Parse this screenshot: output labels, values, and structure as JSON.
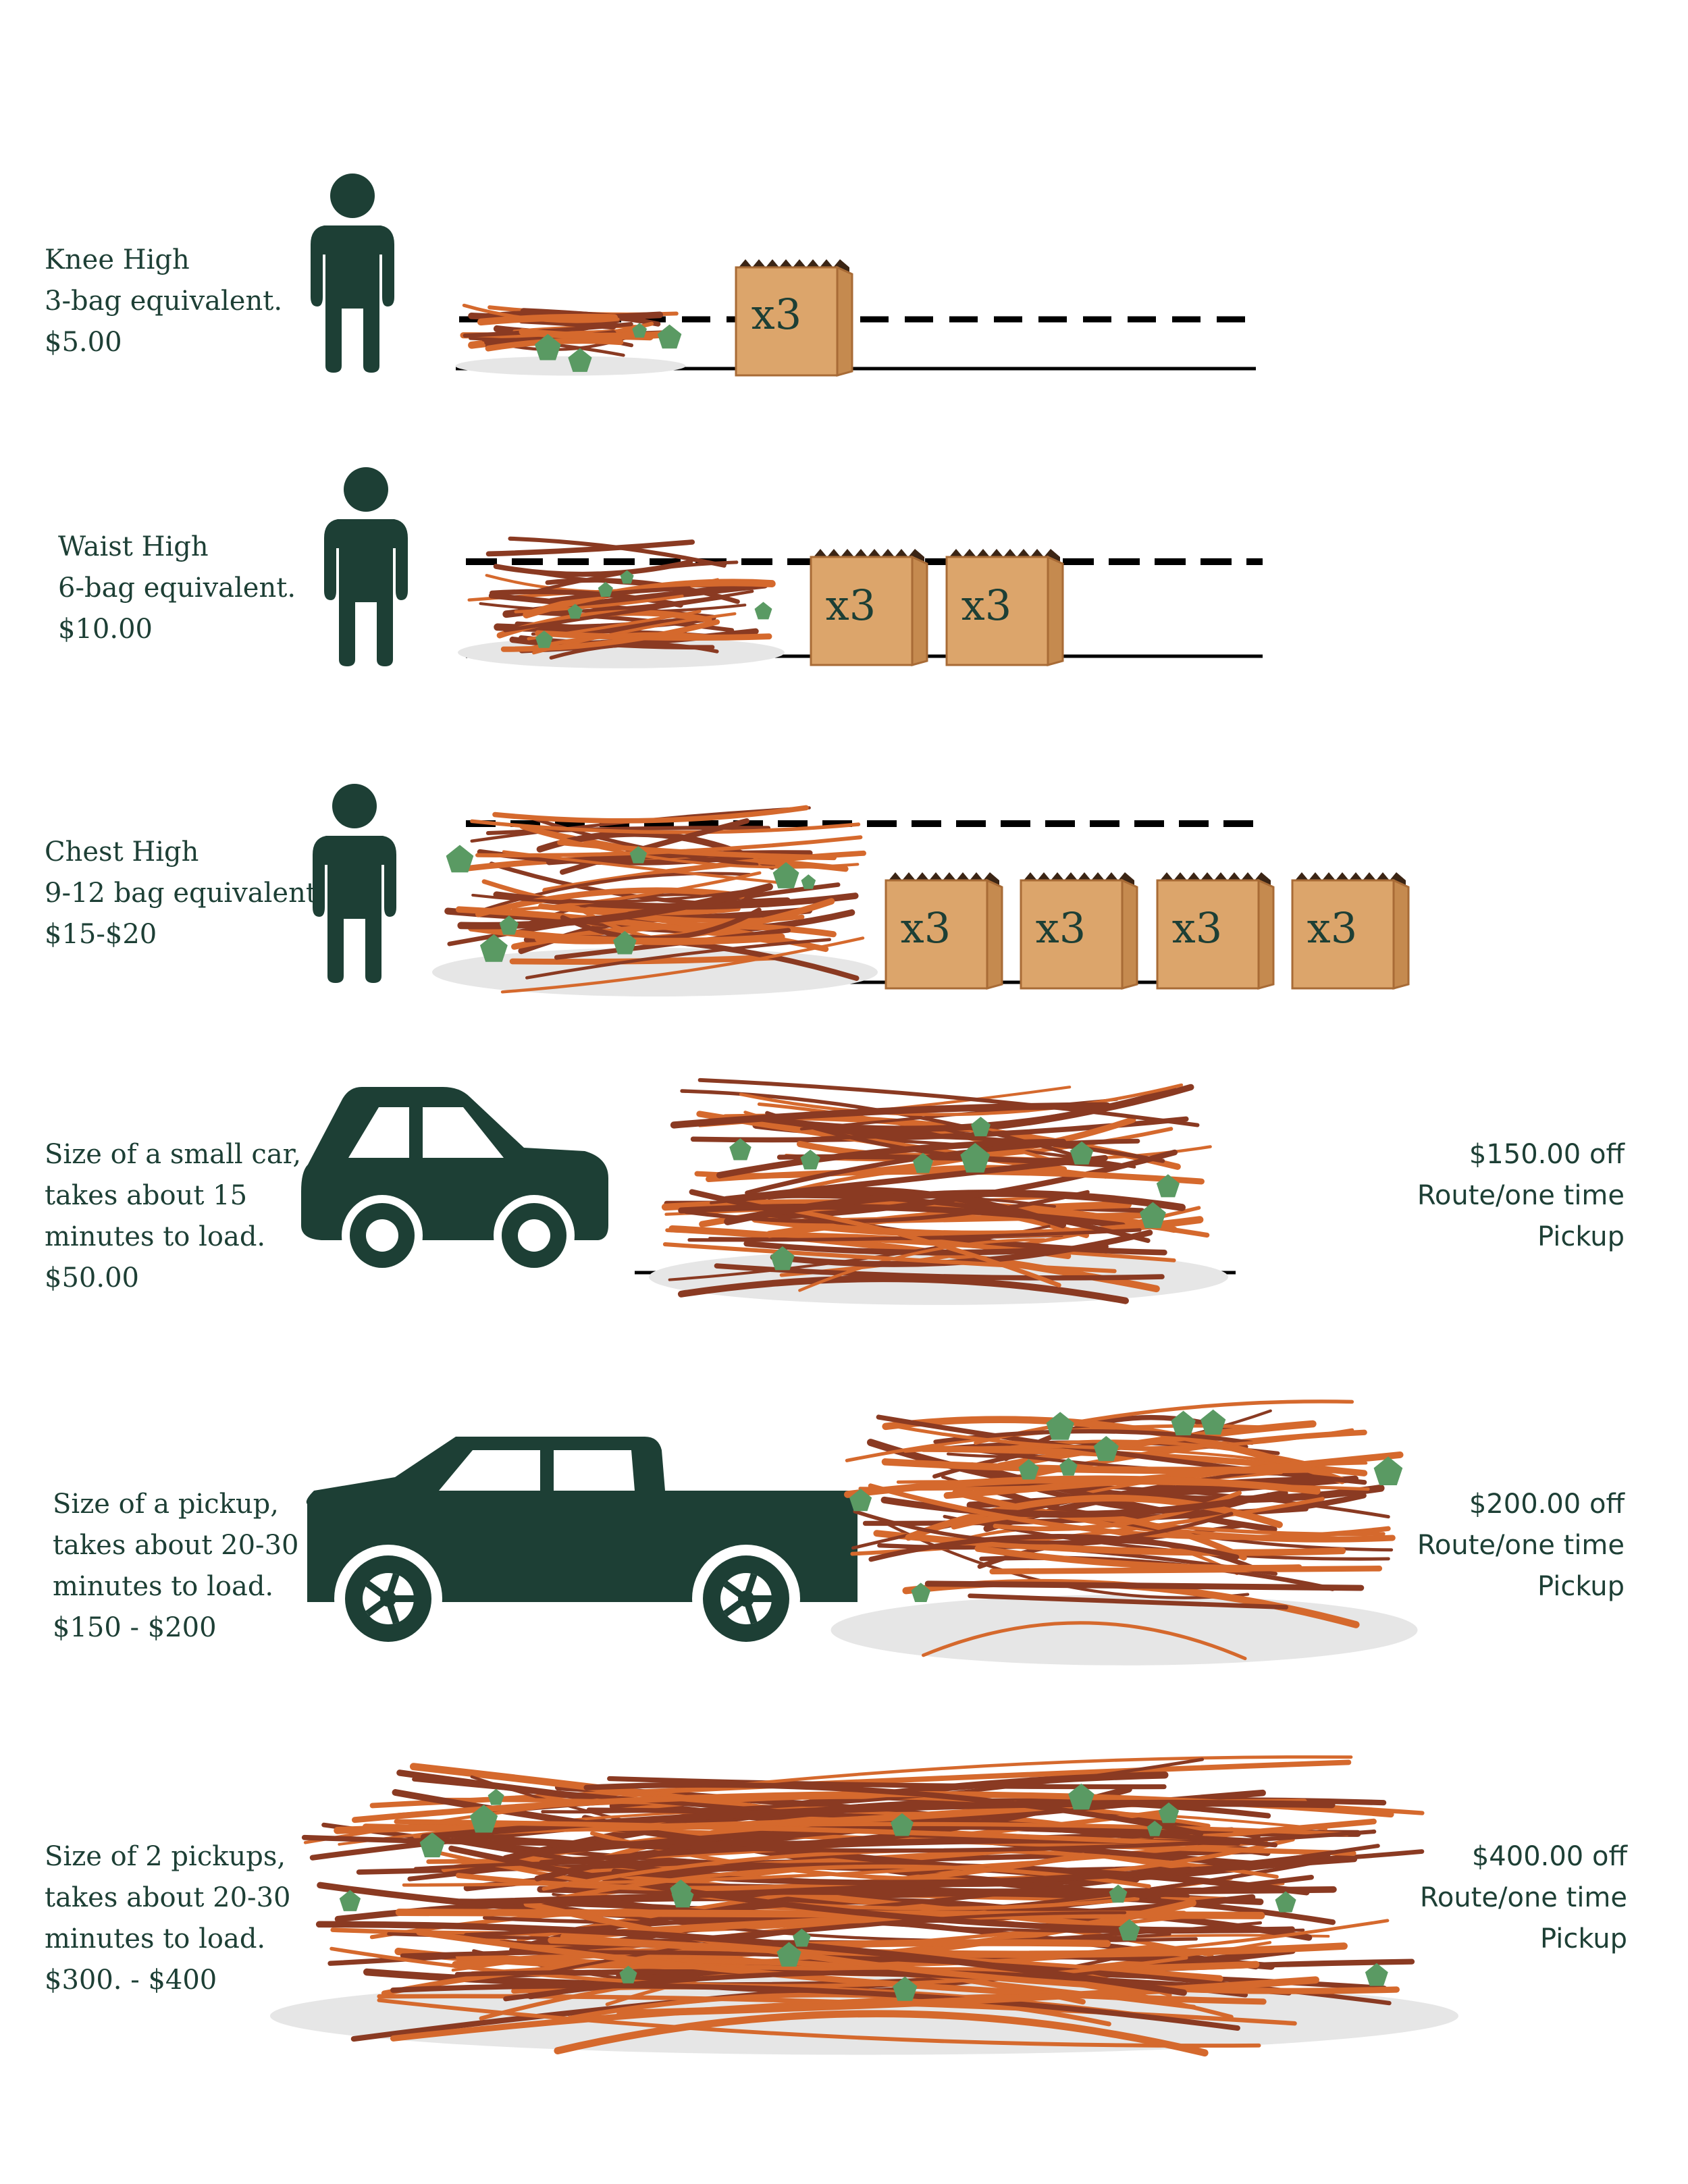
{
  "colors": {
    "dark_green": "#1d3f35",
    "bag": "#dca56b",
    "bag_shadow": "#c58a4f",
    "branch_dark": "#8a3a22",
    "branch_light": "#d5692d",
    "leaf": "#5a9a63",
    "shadow": "#e6e6e6"
  },
  "bag_label": "x3",
  "rows": [
    {
      "id": "knee-high",
      "lines": [
        "Knee High",
        "3-bag equivalent.",
        "$5.00"
      ],
      "icon": "person-icon",
      "bag_count": 1
    },
    {
      "id": "waist-high",
      "lines": [
        "Waist High",
        "6-bag equivalent.",
        "$10.00"
      ],
      "icon": "person-icon",
      "bag_count": 2
    },
    {
      "id": "chest-high",
      "lines": [
        "Chest High",
        "9-12 bag equivalent.",
        "$15-$20"
      ],
      "icon": "person-icon",
      "bag_count": 4
    },
    {
      "id": "small-car",
      "lines": [
        "Size of a small car,",
        "takes about 15",
        "minutes to load.",
        "$50.00"
      ],
      "icon": "car-icon",
      "discount": [
        "$150.00 off",
        "Route/one time",
        "Pickup"
      ]
    },
    {
      "id": "pickup",
      "lines": [
        "Size of a pickup,",
        "takes about 20-30",
        "minutes to load.",
        "$150 - $200"
      ],
      "icon": "pickup-truck-icon",
      "discount": [
        "$200.00 off",
        "Route/one time",
        "Pickup"
      ]
    },
    {
      "id": "two-pickups",
      "lines": [
        "Size of 2 pickups,",
        "takes about 20-30",
        "minutes to load.",
        "$300. - $400"
      ],
      "icon": "brush-pile-icon",
      "discount": [
        "$400.00 off",
        "Route/one time",
        "Pickup"
      ]
    }
  ]
}
